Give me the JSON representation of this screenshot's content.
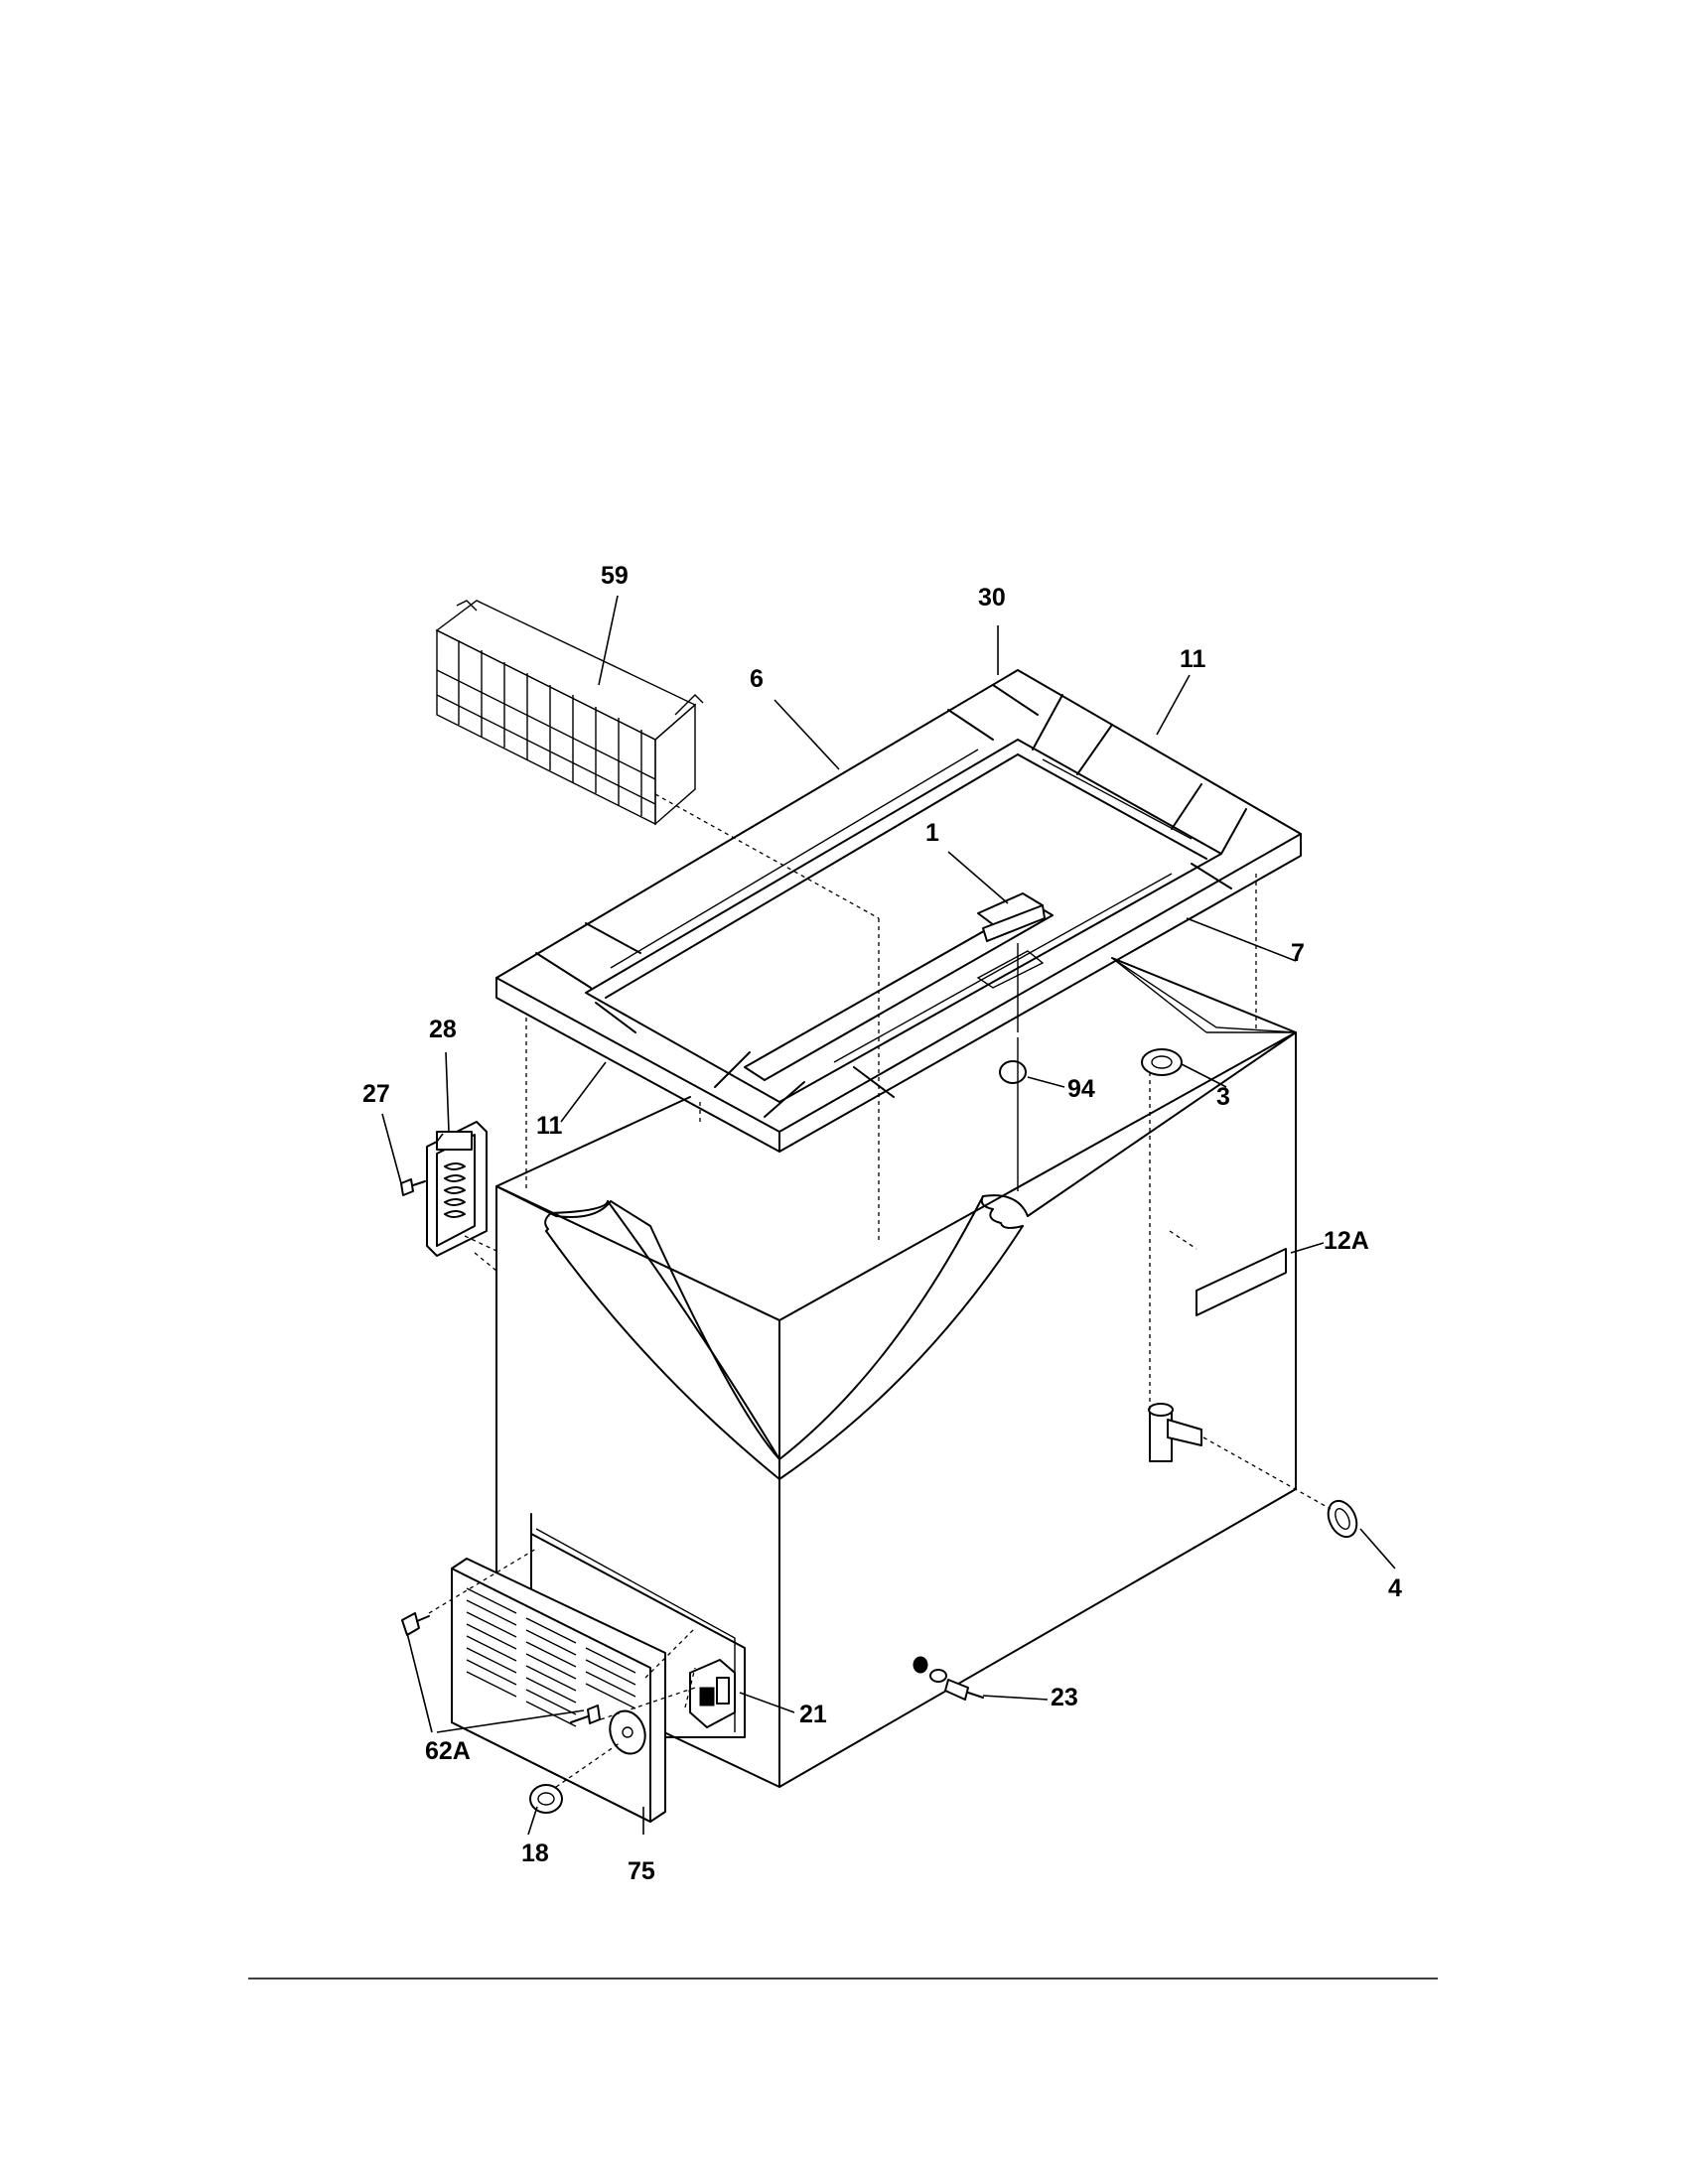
{
  "diagram": {
    "labels": {
      "p59": "59",
      "p30": "30",
      "p6": "6",
      "p11_top": "11",
      "p1": "1",
      "p7": "7",
      "p28": "28",
      "p27": "27",
      "p11_left": "11",
      "p94": "94",
      "p3": "3",
      "p12a": "12A",
      "p4": "4",
      "p21": "21",
      "p23": "23",
      "p62a": "62A",
      "p18": "18",
      "p75": "75"
    }
  }
}
